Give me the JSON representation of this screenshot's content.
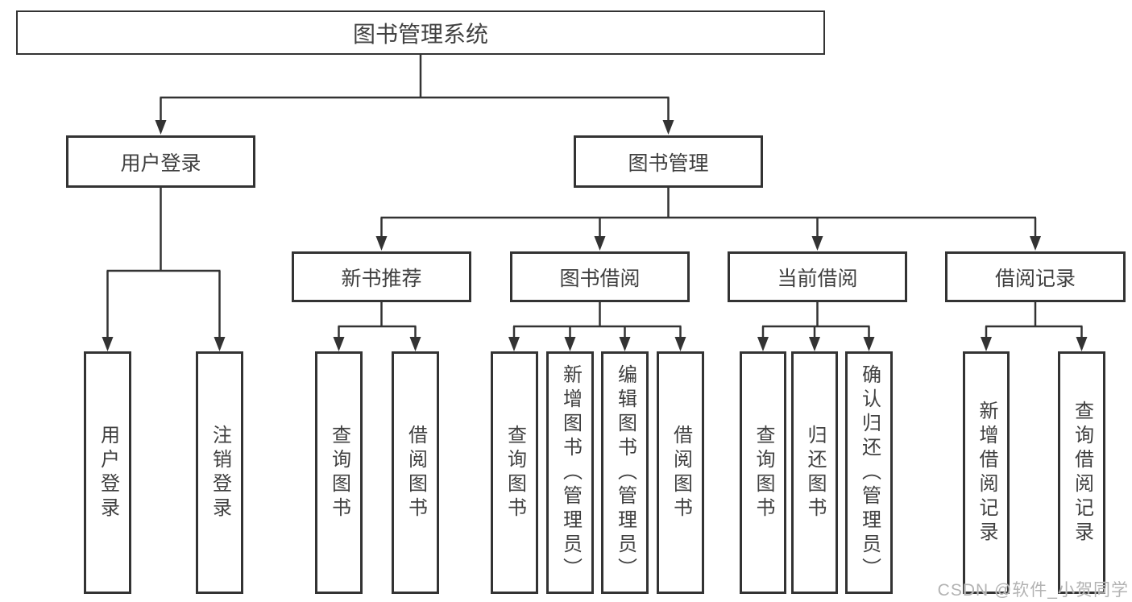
{
  "colors": {
    "line": "#333333",
    "text": "#404040",
    "watermark_text": "#b3b3b3",
    "background": "#ffffff"
  },
  "watermark": {
    "text": "CSDN @软件_小贺同学"
  },
  "tree": {
    "root": {
      "label": "图书管理系统"
    },
    "branches": [
      {
        "label": "用户登录",
        "children": [
          {
            "label": "用户登录"
          },
          {
            "label": "注销登录"
          }
        ]
      },
      {
        "label": "图书管理",
        "children": [
          {
            "label": "新书推荐",
            "children": [
              {
                "label": "查询图书"
              },
              {
                "label": "借阅图书"
              }
            ]
          },
          {
            "label": "图书借阅",
            "children": [
              {
                "label": "查询图书"
              },
              {
                "label": "新增图书（管理员）"
              },
              {
                "label": "编辑图书（管理员）"
              },
              {
                "label": "借阅图书"
              }
            ]
          },
          {
            "label": "当前借阅",
            "children": [
              {
                "label": "查询图书"
              },
              {
                "label": "归还图书"
              },
              {
                "label": "确认归还（管理员）"
              }
            ]
          },
          {
            "label": "借阅记录",
            "children": [
              {
                "label": "新增借阅记录"
              },
              {
                "label": "查询借阅记录"
              }
            ]
          }
        ]
      }
    ]
  }
}
